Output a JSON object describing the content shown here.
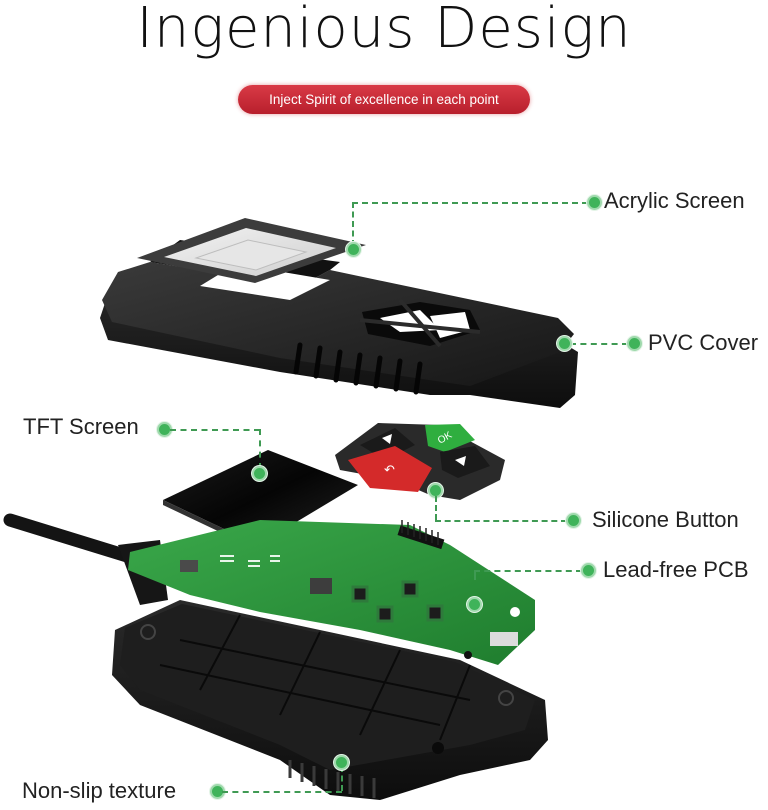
{
  "header": {
    "title": "Ingenious Design",
    "subtitle_badge": "Inject Spirit of excellence in each point"
  },
  "colors": {
    "badge_red": "#c52b37",
    "callout_green": "#3fb35a",
    "device_black": "#1c1c1c",
    "pcb_green": "#2e9a3e",
    "ok_button_green": "#2fae3f",
    "back_button_red": "#d42a2a"
  },
  "callouts": [
    {
      "id": "acrylic-screen",
      "label": "Acrylic Screen",
      "side": "right"
    },
    {
      "id": "pvc-cover",
      "label": "PVC Cover",
      "side": "right"
    },
    {
      "id": "tft-screen",
      "label": "TFT Screen",
      "side": "left"
    },
    {
      "id": "silicone-button",
      "label": "Silicone Button",
      "side": "right"
    },
    {
      "id": "lead-free-pcb",
      "label": "Lead-free PCB",
      "side": "right"
    },
    {
      "id": "non-slip-texture",
      "label": "Non-slip texture",
      "side": "left"
    }
  ],
  "keypad": {
    "ok_label": "OK",
    "back_icon": "undo-arrow-icon",
    "up_icon": "triangle-up-icon",
    "down_icon": "triangle-down-icon"
  }
}
